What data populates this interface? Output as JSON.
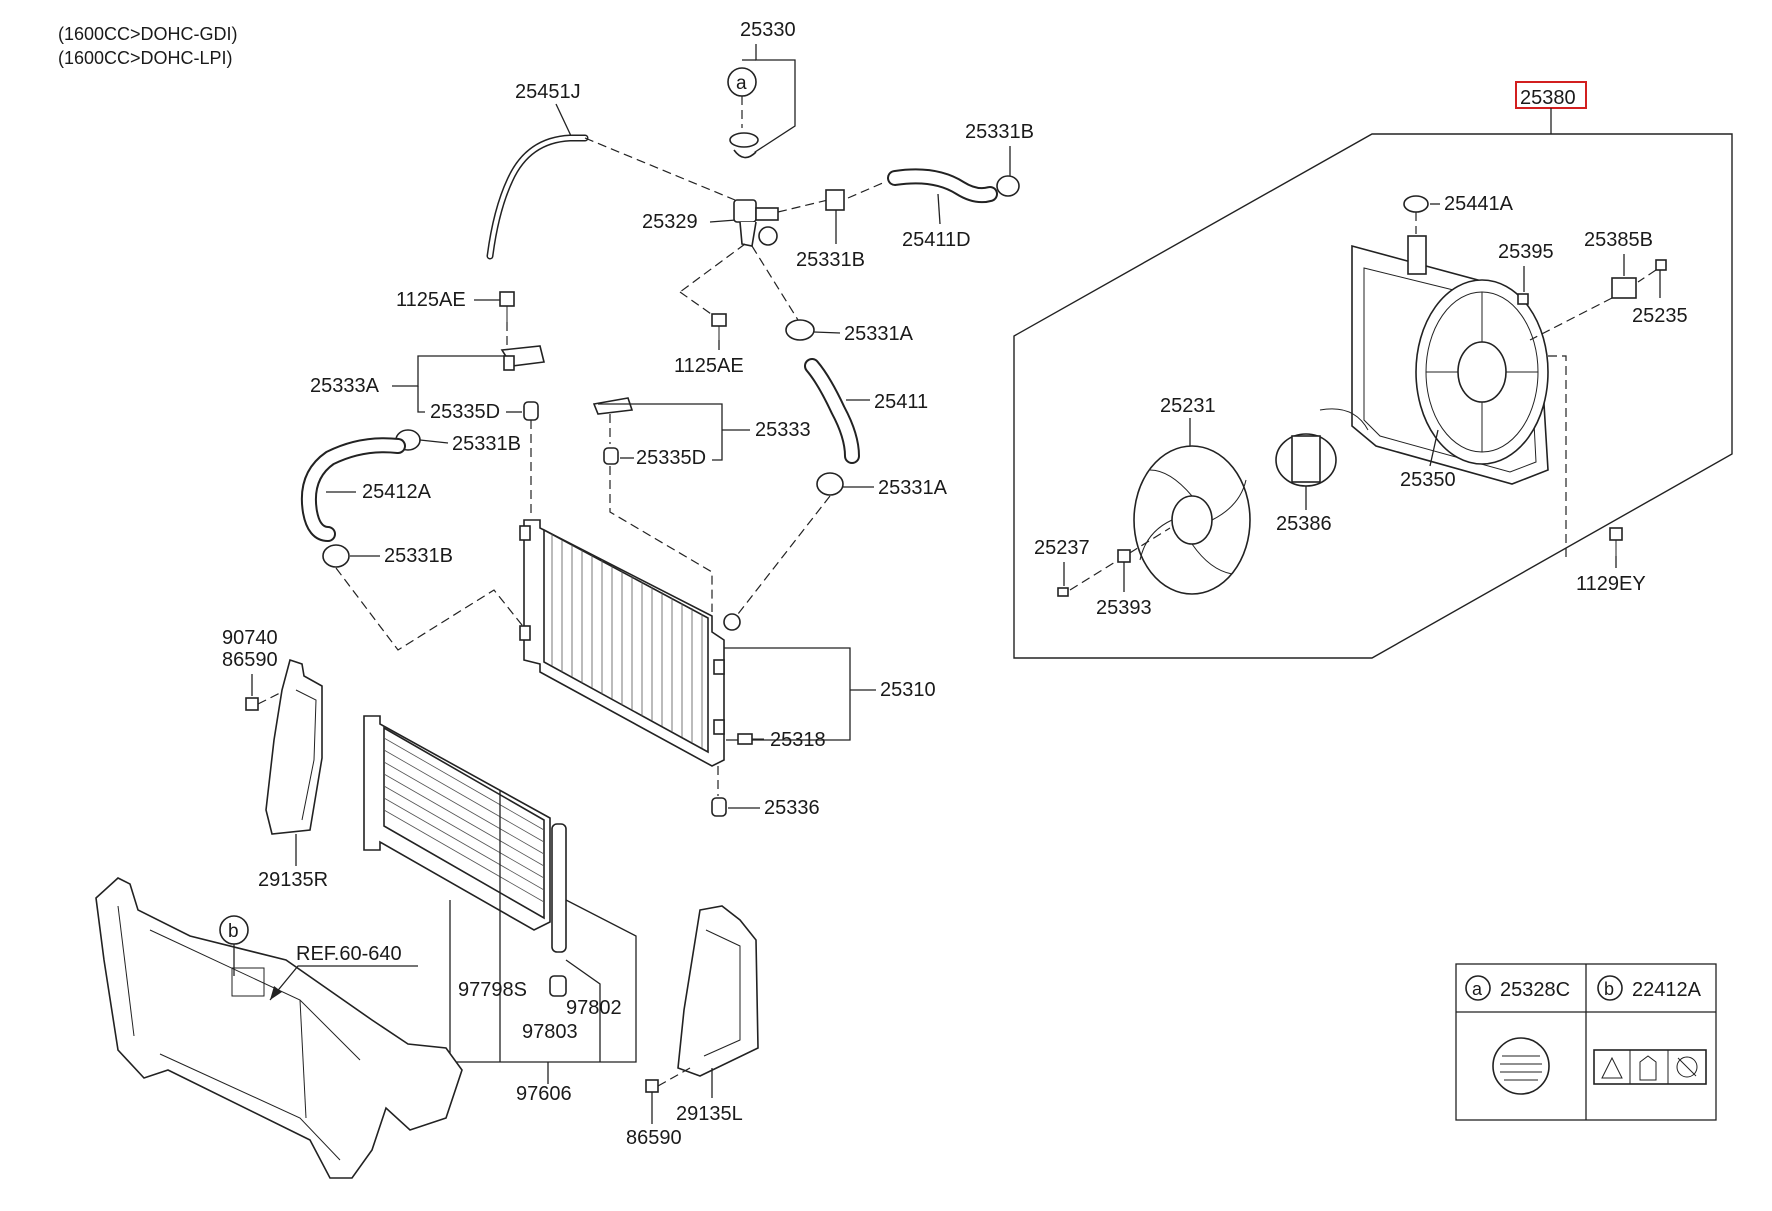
{
  "header": {
    "notes": [
      "(1600CC>DOHC-GDI)",
      "(1600CC>DOHC-LPI)"
    ]
  },
  "callouts": {
    "a": "a",
    "b": "b"
  },
  "parts": {
    "p25330": "25330",
    "p25451J": "25451J",
    "p25331B_top": "25331B",
    "p25329": "25329",
    "p25331B_mid": "25331B",
    "p25411D": "25411D",
    "p1125AE_left": "1125AE",
    "p1125AE_mid": "1125AE",
    "p25331A_top": "25331A",
    "p25333A": "25333A",
    "p25335D_left": "25335D",
    "p25411": "25411",
    "p25333": "25333",
    "p25331B_left": "25331B",
    "p25335D_right": "25335D",
    "p25412A": "25412A",
    "p25331A_mid": "25331A",
    "p25331B_bottom": "25331B",
    "p25380": "25380",
    "p25441A": "25441A",
    "p25395": "25395",
    "p25385B": "25385B",
    "p25235": "25235",
    "p25231": "25231",
    "p25350": "25350",
    "p25386": "25386",
    "p25237": "25237",
    "p25393": "25393",
    "p1129EY": "1129EY",
    "p90740": "90740",
    "p86590_top": "86590",
    "p25310": "25310",
    "p25318": "25318",
    "p25336": "25336",
    "p29135R": "29135R",
    "pREF": "REF.60-640",
    "p97798S": "97798S",
    "p97802": "97802",
    "p97803": "97803",
    "p97606": "97606",
    "p29135L": "29135L",
    "p86590_bottom": "86590"
  },
  "legend": {
    "a_letter": "a",
    "a_part": "25328C",
    "b_letter": "b",
    "b_part": "22412A"
  }
}
